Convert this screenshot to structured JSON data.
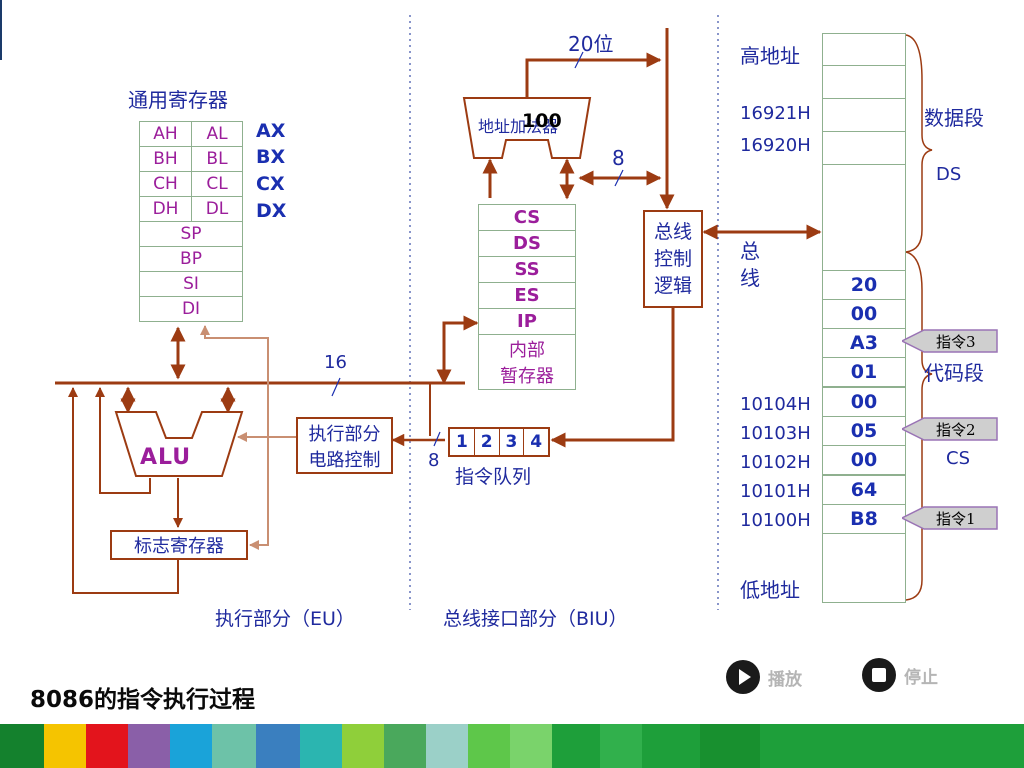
{
  "title": "8086的指令执行过程",
  "eu": {
    "section_label": "执行部分（EU）",
    "general_regs_title": "通用寄存器",
    "reg_pairs": [
      {
        "high": "AH",
        "low": "AL",
        "name": "AX"
      },
      {
        "high": "BH",
        "low": "BL",
        "name": "BX"
      },
      {
        "high": "CH",
        "low": "CL",
        "name": "CX"
      },
      {
        "high": "DH",
        "low": "DL",
        "name": "DX"
      }
    ],
    "pointer_regs": [
      "SP",
      "BP",
      "SI",
      "DI"
    ],
    "alu_label": "ALU",
    "control_label_line1": "执行部分",
    "control_label_line2": "电路控制",
    "flags_label": "标志寄存器",
    "internal_bus_width": "16",
    "queue_bus_width": "8"
  },
  "biu": {
    "section_label": "总线接口部分（BIU）",
    "adder_label": "地址加法器",
    "adder_overlay_text": "100",
    "address_width": "20位",
    "data_width": "8",
    "segment_regs": [
      "CS",
      "DS",
      "SS",
      "ES",
      "IP"
    ],
    "temp_reg_line1": "内部",
    "temp_reg_line2": "暂存器",
    "bus_logic_line1": "总线",
    "bus_logic_line2": "控制",
    "bus_logic_line3": "逻辑",
    "queue_cells": [
      "1",
      "2",
      "3",
      "4"
    ],
    "queue_label": "指令队列"
  },
  "memory": {
    "high_addr_label": "高地址",
    "low_addr_label": "低地址",
    "bus_label_line1": "总",
    "bus_label_line2": "线",
    "data_addrs": [
      "16921H",
      "16920H"
    ],
    "data_segment_label": "数据段",
    "data_segment_reg": "DS",
    "code_cells": [
      {
        "value": "20",
        "addr": ""
      },
      {
        "value": "00",
        "addr": ""
      },
      {
        "value": "A3",
        "addr": ""
      },
      {
        "value": "01",
        "addr": ""
      },
      {
        "value": "00",
        "addr": "10104H"
      },
      {
        "value": "05",
        "addr": "10103H"
      },
      {
        "value": "00",
        "addr": "10102H"
      },
      {
        "value": "64",
        "addr": "10101H"
      },
      {
        "value": "B8",
        "addr": "10100H"
      }
    ],
    "code_segment_label": "代码段",
    "code_segment_reg": "CS",
    "instr_tags": [
      "指令3",
      "指令2",
      "指令1"
    ]
  },
  "controls": {
    "play_label": "播放",
    "stop_label": "停止"
  },
  "colors": {
    "arrow": "#9c3b12",
    "register_text": "#9b1e9b",
    "label_blue": "#1a2fb0",
    "grid": "#8fb08f",
    "footer_green": "#1e9f3a"
  }
}
